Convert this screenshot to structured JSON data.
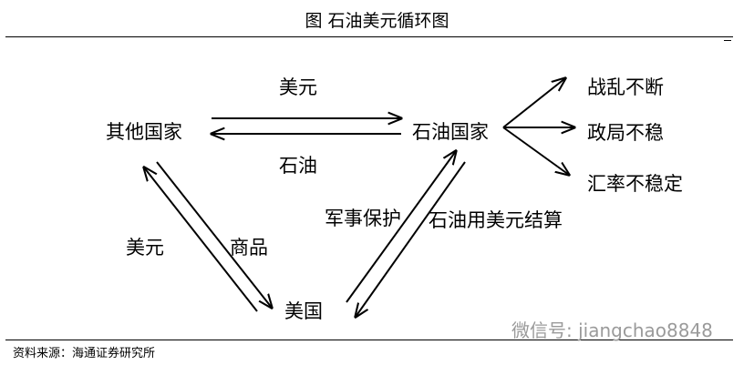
{
  "title": "图  石油美元循环图",
  "nodes": {
    "other_countries": "其他国家",
    "oil_countries": "石油国家",
    "usa": "美国",
    "war": "战乱不断",
    "politics": "政局不稳",
    "exchange": "汇率不稳定"
  },
  "edge_labels": {
    "dollar_top": "美元",
    "oil": "石油",
    "dollar_left": "美元",
    "goods": "商品",
    "military": "军事保护",
    "settlement": "石油用美元结算"
  },
  "source": "资料来源：海通证券研究所",
  "watermark": "微信号: jiangchao8848"
}
